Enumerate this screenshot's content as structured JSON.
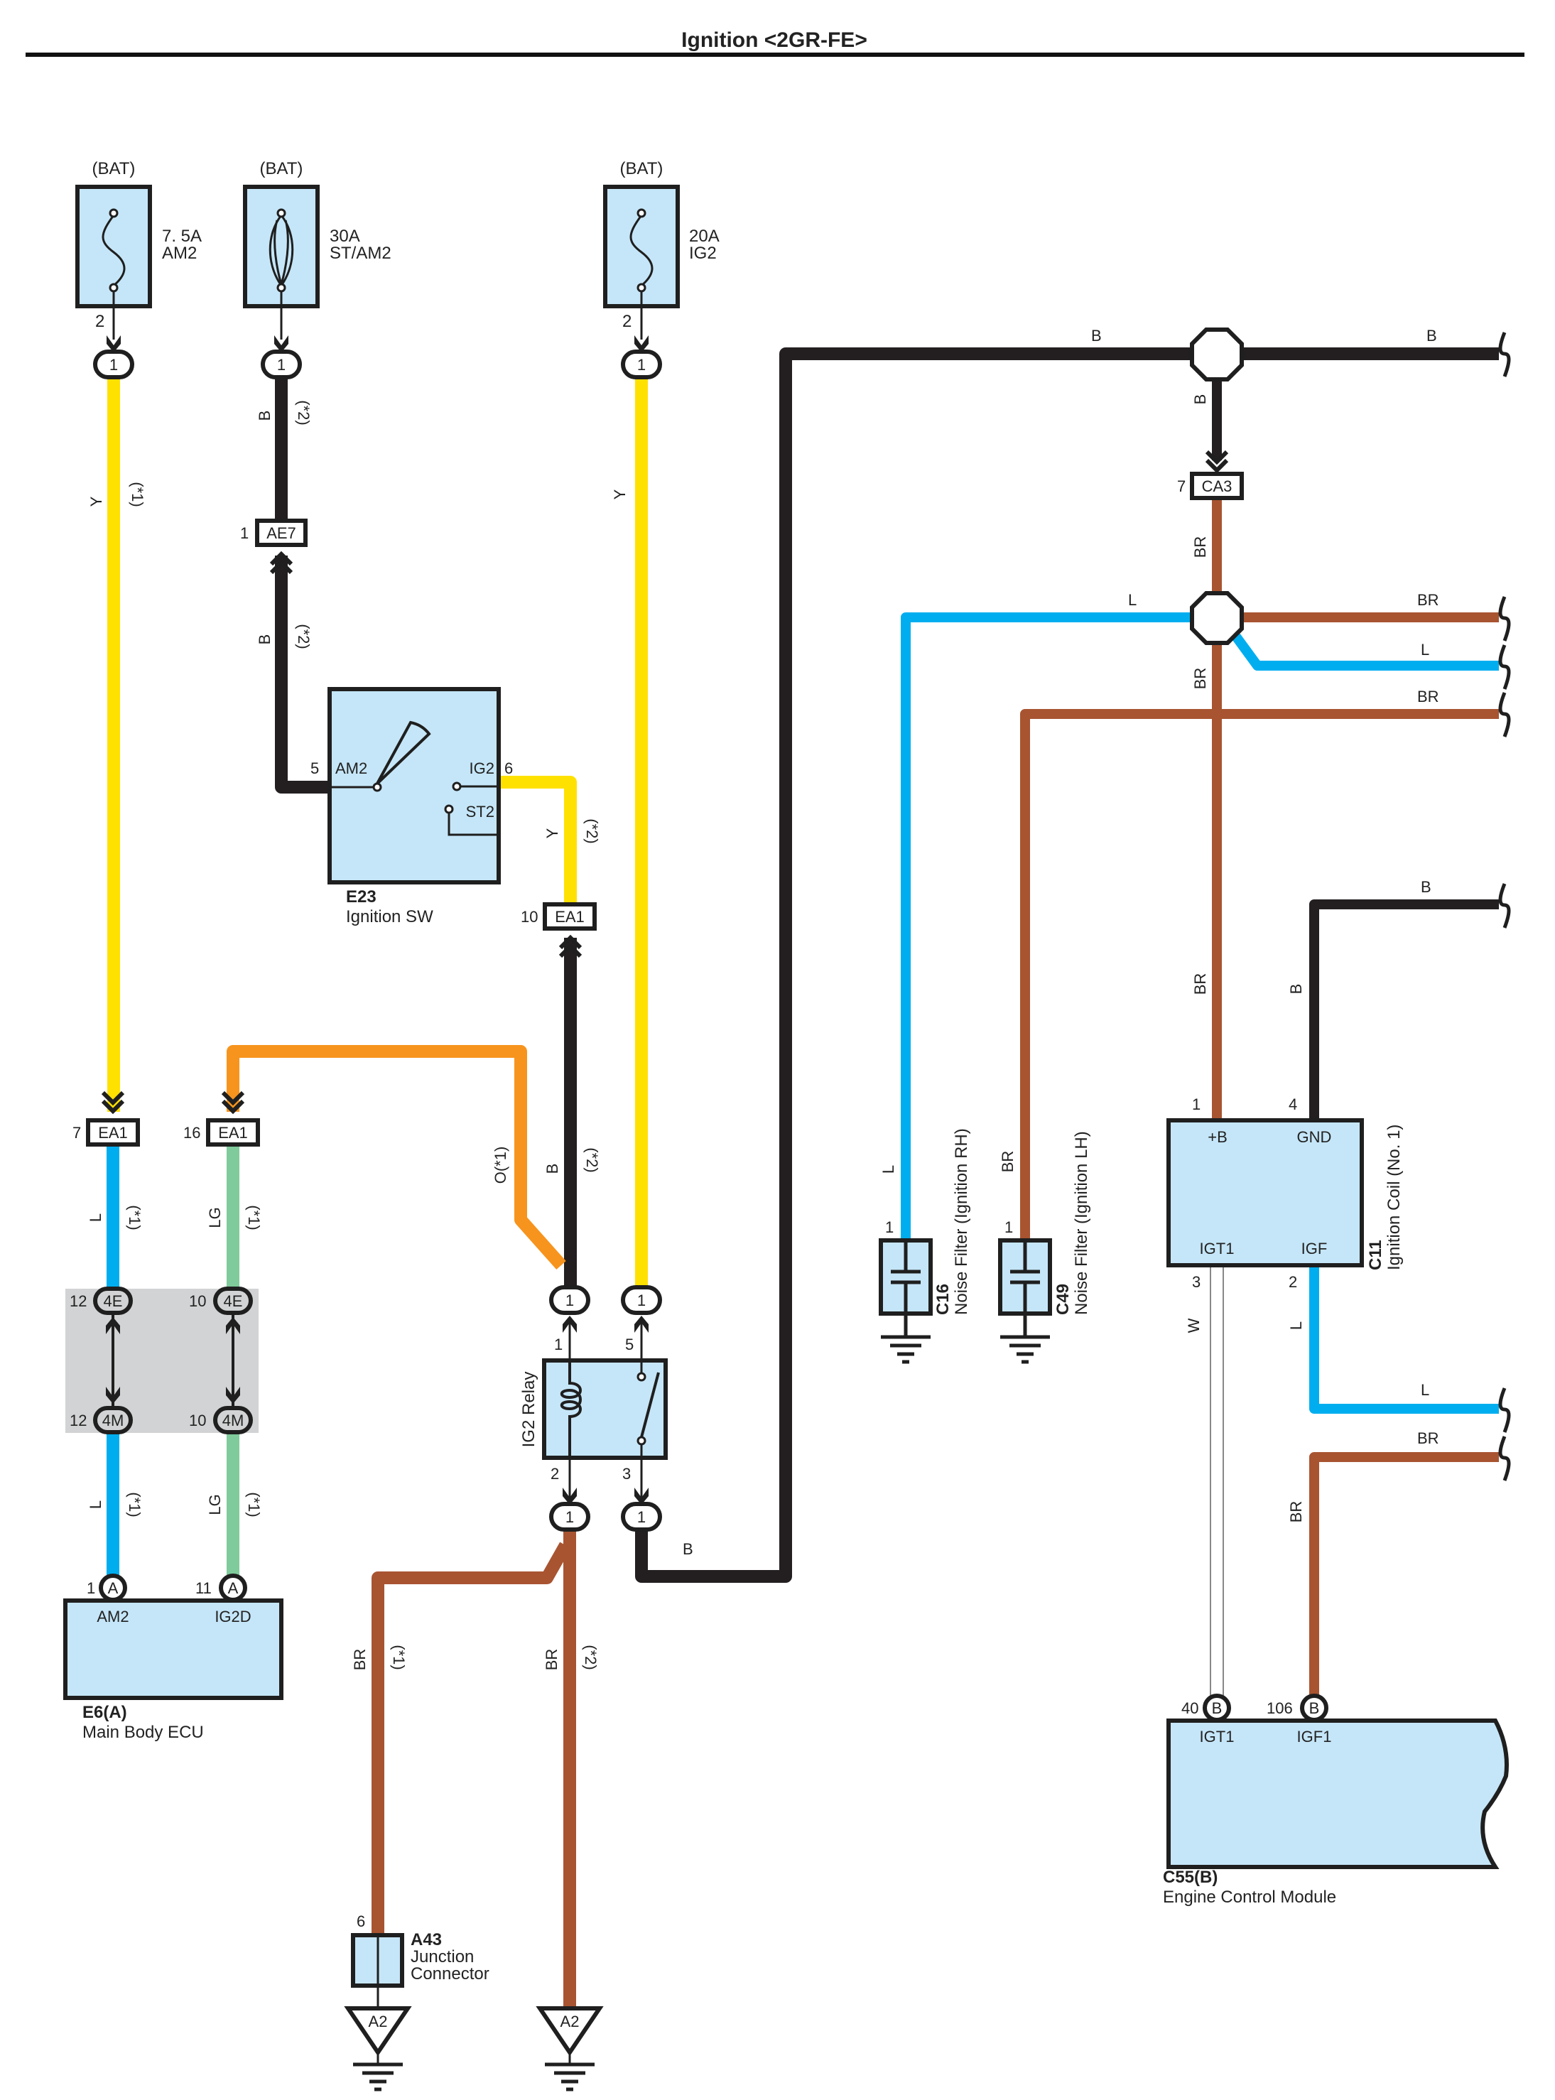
{
  "title": "Ignition <2GR-FE>",
  "wire_colors": {
    "B": "#231f20",
    "Y": "#ffe100",
    "L": "#00aeef",
    "LG": "#7fcb9b",
    "O": "#f7941d",
    "BR": "#a85431",
    "W": "#ffffff"
  },
  "fuses": [
    {
      "source": "(BAT)",
      "rating": "7. 5A",
      "name": "AM2",
      "pin": "2"
    },
    {
      "source": "(BAT)",
      "rating": "30A",
      "name": "ST/AM2",
      "pin": ""
    },
    {
      "source": "(BAT)",
      "rating": "20A",
      "name": "IG2",
      "pin": "2"
    }
  ],
  "connectors": {
    "pin1": "1",
    "ae7": {
      "pin": "1",
      "name": "AE7"
    },
    "ea1_10": {
      "pin": "10",
      "name": "EA1"
    },
    "ea1_7": {
      "pin": "7",
      "name": "EA1"
    },
    "ea1_16": {
      "pin": "16",
      "name": "EA1"
    },
    "j4e_12": {
      "pin": "12",
      "name": "4E"
    },
    "j4e_10": {
      "pin": "10",
      "name": "4E"
    },
    "j4m_12": {
      "pin": "12",
      "name": "4M"
    },
    "j4m_10": {
      "pin": "10",
      "name": "4M"
    },
    "ca3": {
      "pin": "7",
      "name": "CA3"
    }
  },
  "ignition_switch": {
    "code": "E23",
    "name": "Ignition SW",
    "pin_am2": "5",
    "label_am2": "AM2",
    "pin_ig2": "6",
    "label_ig2": "IG2",
    "label_st2": "ST2"
  },
  "ig2_relay": {
    "name": "IG2 Relay",
    "pin1": "1",
    "pin2": "2",
    "pin3": "3",
    "pin5": "5"
  },
  "main_body_ecu": {
    "code": "E6(A)",
    "name": "Main Body ECU",
    "pin_am2": "1",
    "pin_ig2d": "11",
    "conn": "A",
    "label_am2": "AM2",
    "label_ig2d": "IG2D"
  },
  "junction_connector": {
    "code": "A43",
    "name_line1": "Junction",
    "name_line2": "Connector",
    "pin": "6"
  },
  "ground_label": "A2",
  "noise_filters": [
    {
      "code": "C16",
      "name": "Noise Filter (Ignition RH)",
      "pin": "1"
    },
    {
      "code": "C49",
      "name": "Noise Filter (Ignition LH)",
      "pin": "1"
    }
  ],
  "ignition_coil": {
    "code": "C11",
    "name": "Ignition Coil (No. 1)",
    "pin_b": "1",
    "label_b": "+B",
    "pin_gnd": "4",
    "label_gnd": "GND",
    "pin_igt": "3",
    "label_igt": "IGT1",
    "pin_igf": "2",
    "label_igf": "IGF"
  },
  "ecm": {
    "code": "C55(B)",
    "name": "Engine Control Module",
    "conn": "B",
    "pin_igt1": "40",
    "label_igt1": "IGT1",
    "pin_igf1": "106",
    "label_igf1": "IGF1"
  },
  "wire_labels": {
    "Y": "Y",
    "B": "B",
    "L": "L",
    "LG": "LG",
    "BR": "BR",
    "W": "W",
    "O1": "O(*1)",
    "n1": "(*1)",
    "n2": "(*2)"
  }
}
